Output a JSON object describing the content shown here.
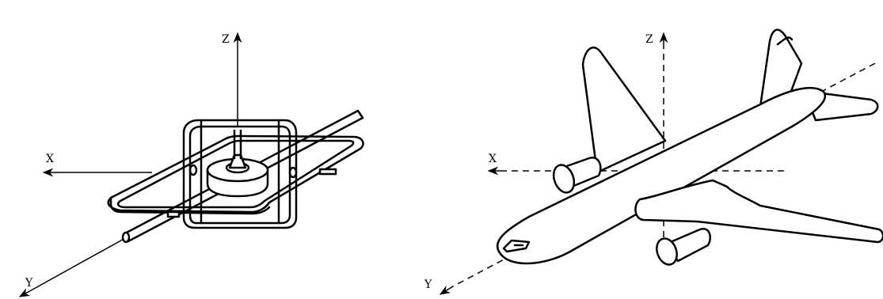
{
  "left_panel": {
    "axes": {
      "z": "Z",
      "x": "X",
      "y": "Y"
    }
  },
  "right_panel": {
    "axes": {
      "z": "Z",
      "x": "X",
      "y": "Y"
    }
  },
  "colors": {
    "ink": "#000000",
    "background": "#ffffff"
  }
}
